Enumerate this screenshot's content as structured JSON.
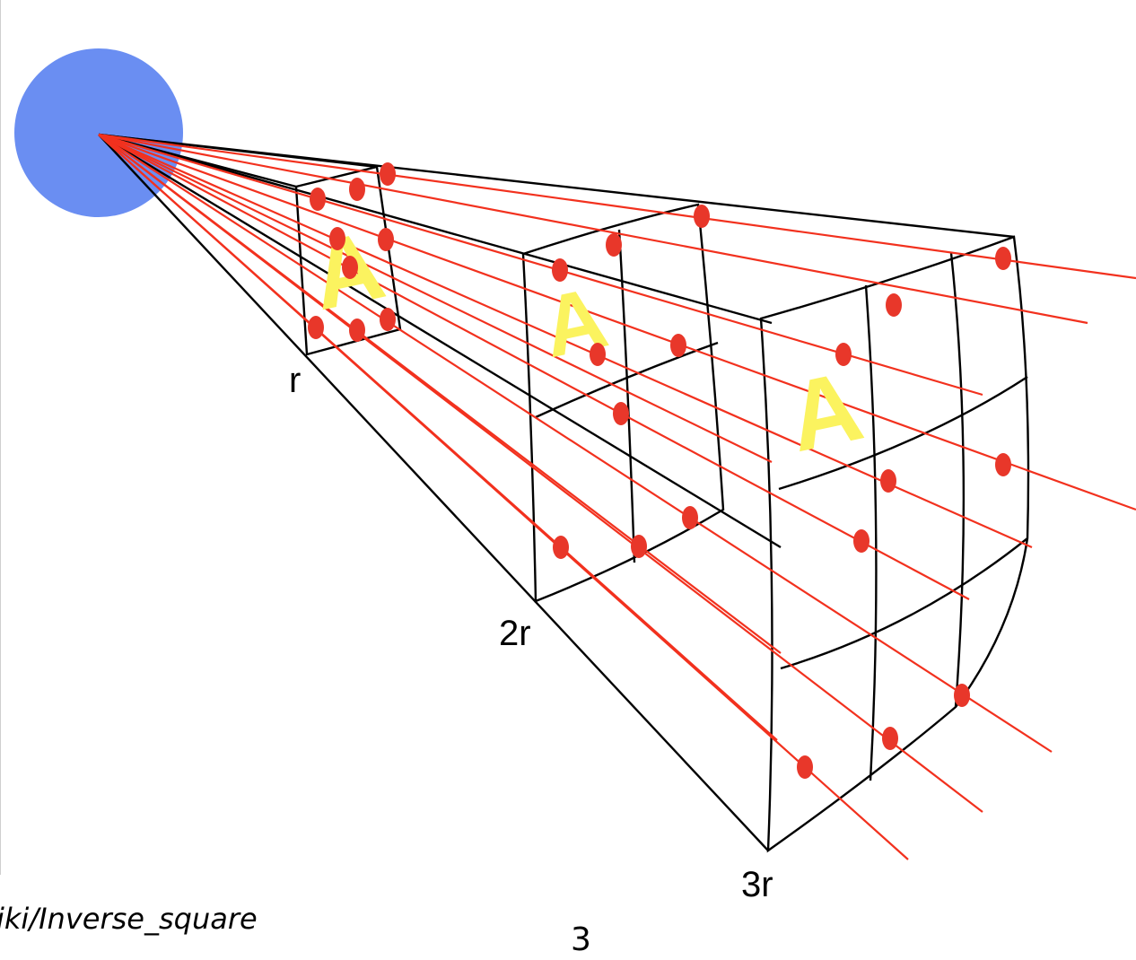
{
  "diagram": {
    "labels": {
      "distance_1": "r",
      "distance_2": "2r",
      "distance_3": "3r",
      "area_1": "A",
      "area_2": "A",
      "area_3": "A"
    },
    "colors": {
      "source": "#6a8ef2",
      "rays": "#f2311e",
      "points": "#e8372a",
      "area_letter": "#fbf35f",
      "frame": "#000000"
    }
  },
  "footer": {
    "source_caption": "iki/Inverse_square",
    "page_number": "3"
  }
}
